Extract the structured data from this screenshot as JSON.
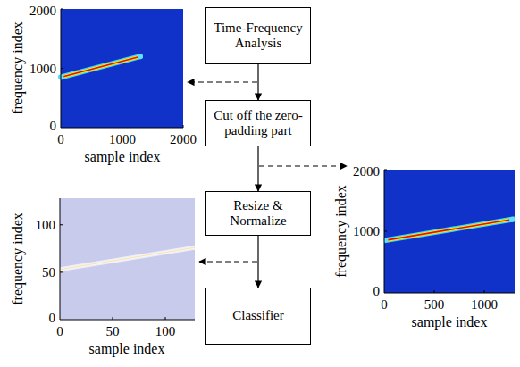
{
  "diagram": {
    "nodes": [
      {
        "text": [
          "Time-Frequency Analysis"
        ]
      },
      {
        "text": [
          "Cut off the zero-padding part"
        ]
      },
      {
        "text": [
          "Resize & Normalize"
        ]
      },
      {
        "text": [
          "Classifier"
        ]
      }
    ],
    "edges": [
      {
        "from": 0,
        "to": 1,
        "arrow": "to"
      },
      {
        "from": 1,
        "to": 2,
        "arrow": "to"
      },
      {
        "from": 2,
        "to": 3,
        "arrow": "to"
      }
    ],
    "labels": [
      "2000",
      "1000",
      "0",
      "frequency index",
      "0",
      "1000",
      "2000",
      "sample index",
      "2000",
      "1000",
      "0",
      "frequency index",
      "0",
      "500",
      "1000",
      "sample index",
      "100",
      "50",
      "0",
      "frequency index",
      "0",
      "50",
      "100",
      "sample index"
    ]
  }
}
